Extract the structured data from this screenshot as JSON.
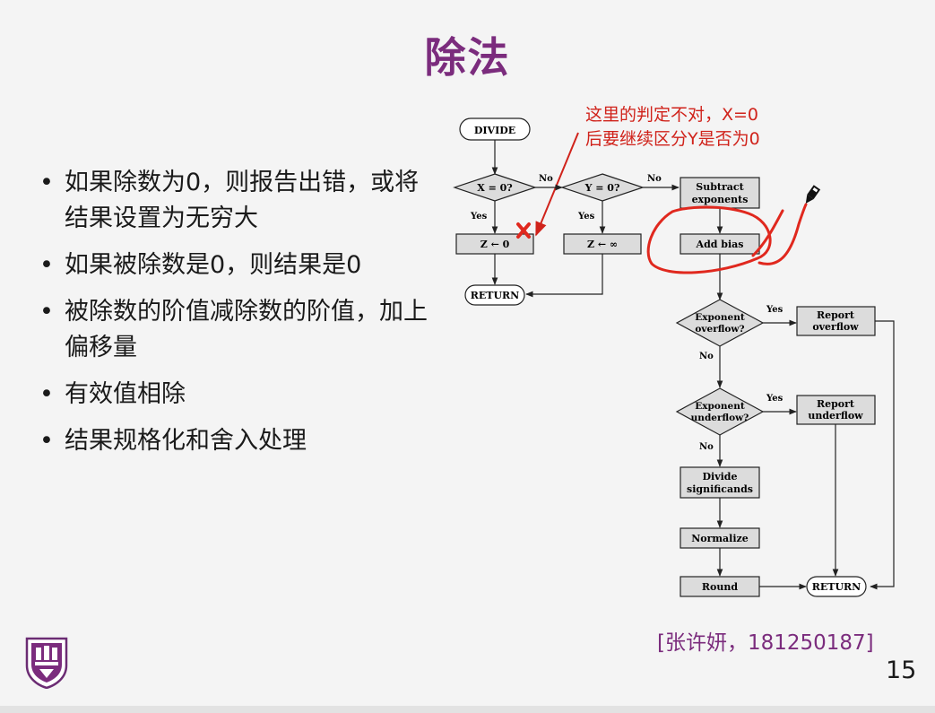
{
  "title": "除法",
  "bullets": [
    "如果除数为0，则报告出错，或将结果设置为无穷大",
    "如果被除数是0，则结果是0",
    "被除数的阶值减除数的阶值，加上偏移量",
    "有效值相除",
    "结果规格化和舍入处理"
  ],
  "annotation": {
    "line1": "这里的判定不对，X=0",
    "line2": "后要继续区分Y是否为0"
  },
  "flowchart": {
    "divide": "DIVIDE",
    "x_test": "X = 0?",
    "y_test": "Y = 0?",
    "z_zero": "Z ← 0",
    "z_inf": "Z ← ∞",
    "return_left": "RETURN",
    "subtract_line1": "Subtract",
    "subtract_line2": "exponents",
    "add_bias": "Add bias",
    "exp_over_line1": "Exponent",
    "exp_over_line2": "overflow?",
    "report_over_line1": "Report",
    "report_over_line2": "overflow",
    "exp_under_line1": "Exponent",
    "exp_under_line2": "underflow?",
    "report_under_line1": "Report",
    "report_under_line2": "underflow",
    "divide_sig_line1": "Divide",
    "divide_sig_line2": "significands",
    "normalize": "Normalize",
    "round": "Round",
    "return_right": "RETURN",
    "yes": "Yes",
    "no": "No"
  },
  "credit": "[张许妍，181250187]",
  "page_number": "15",
  "colors": {
    "title": "#7b2c7d",
    "annotation": "#d0231b",
    "box_fill": "#dcdcdc"
  }
}
